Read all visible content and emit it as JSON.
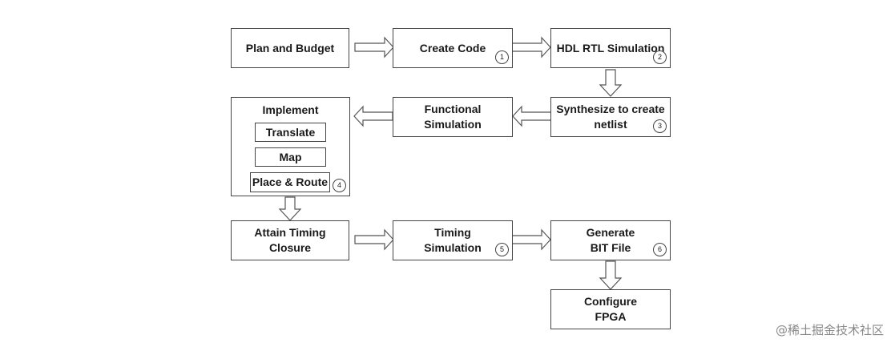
{
  "diagram": {
    "steps": {
      "plan": {
        "lines": [
          "Plan and Budget"
        ],
        "badge": ""
      },
      "create_code": {
        "lines": [
          "Create Code"
        ],
        "badge": "1"
      },
      "hdl_sim": {
        "lines": [
          "HDL RTL Simulation"
        ],
        "badge": "2"
      },
      "synthesize": {
        "lines": [
          "Synthesize to create",
          "netlist"
        ],
        "badge": "3"
      },
      "functional_sim": {
        "lines": [
          "Functional",
          "Simulation"
        ],
        "badge": ""
      },
      "implement": {
        "title": "Implement",
        "sub": [
          "Translate",
          "Map",
          "Place & Route"
        ],
        "badge": "4"
      },
      "timing_closure": {
        "lines": [
          "Attain Timing",
          "Closure"
        ],
        "badge": ""
      },
      "timing_sim": {
        "lines": [
          "Timing",
          "Simulation"
        ],
        "badge": "5"
      },
      "generate_bit": {
        "lines": [
          "Generate",
          "BIT File"
        ],
        "badge": "6"
      },
      "configure": {
        "lines": [
          "Configure",
          "FPGA"
        ],
        "badge": ""
      }
    },
    "watermark": "@稀土掘金技术社区"
  }
}
